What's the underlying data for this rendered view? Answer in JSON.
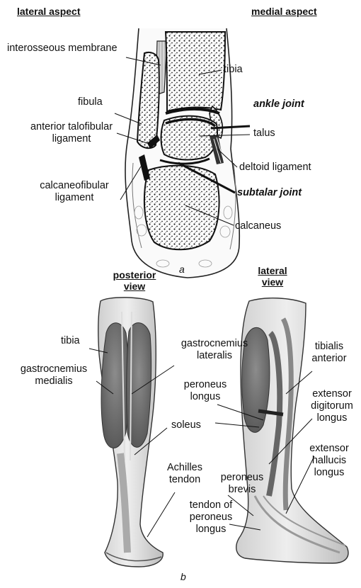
{
  "panel_a": {
    "headers": {
      "lateral": "lateral aspect",
      "medial": "medial aspect"
    },
    "labels": {
      "interosseous": "interosseous membrane",
      "tibia": "tibia",
      "fibula": "fibula",
      "ankle_joint": "ankle joint",
      "atf_1": "anterior talofibular",
      "atf_2": "ligament",
      "talus": "talus",
      "deltoid": "deltoid ligament",
      "cf_1": "calcaneofibular",
      "cf_2": "ligament",
      "subtalar": "subtalar joint",
      "calcaneus": "calcaneus"
    },
    "caption": "a"
  },
  "panel_b": {
    "headers": {
      "posterior_1": "posterior",
      "posterior_2": "view",
      "lateral_1": "lateral",
      "lateral_2": "view"
    },
    "labels": {
      "tibia": "tibia",
      "gm_1": "gastrocnemius",
      "gm_2": "medialis",
      "gl_1": "gastrocnemius",
      "gl_2": "lateralis",
      "ta_1": "tibialis",
      "ta_2": "anterior",
      "pl_1": "peroneus",
      "pl_2": "longus",
      "edl_1": "extensor",
      "edl_2": "digitorum",
      "edl_3": "longus",
      "soleus": "soleus",
      "ach_1": "Achilles",
      "ach_2": "tendon",
      "ehl_1": "extensor",
      "ehl_2": "hallucis",
      "ehl_3": "longus",
      "pb_1": "peroneus",
      "pb_2": "brevis",
      "tpl_1": "tendon of",
      "tpl_2": "peroneus",
      "tpl_3": "longus"
    },
    "caption": "b"
  }
}
